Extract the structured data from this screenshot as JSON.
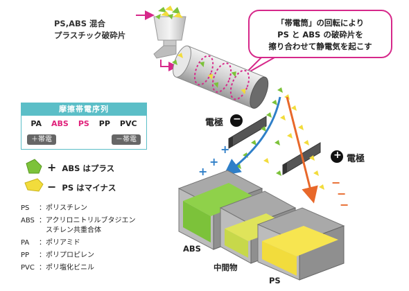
{
  "feed_label": {
    "line1": "PS,ABS 混合",
    "line2": "プラスチック破砕片"
  },
  "callout": {
    "line1": "「帯電筒」の回転により",
    "line2": "PS と ABS の破砕片を",
    "line3": "擦り合わせて静電気を起こす"
  },
  "electrodes": {
    "negative_label": "電極",
    "negative_sign": "−",
    "positive_label": "電極",
    "positive_sign": "+"
  },
  "series": {
    "title": "摩擦帯電序列",
    "items": [
      "PA",
      "ABS",
      "PS",
      "PP",
      "PVC"
    ],
    "highlighted": [
      "ABS",
      "PS"
    ],
    "plus_tag": "＋帯電",
    "minus_tag": "－帯電"
  },
  "legend": [
    {
      "sign": "+",
      "text": "ABS はプラス",
      "color": "#7cc23a"
    },
    {
      "sign": "−",
      "text": "PS はマイナス",
      "color": "#f2dc3c"
    }
  ],
  "definitions": [
    {
      "abbr": "PS",
      "sep": "：",
      "desc": "ポリスチレン"
    },
    {
      "abbr": "ABS",
      "sep": "：",
      "desc": "アクリロニトリルブタジエン",
      "desc2": "スチレン共重合体"
    },
    {
      "abbr": "PA",
      "sep": "：",
      "desc": "ポリアミド"
    },
    {
      "abbr": "PP",
      "sep": "：",
      "desc": "ポリプロピレン"
    },
    {
      "abbr": "PVC",
      "sep": "：",
      "desc": "ポリ塩化ビニル"
    }
  ],
  "bins": {
    "left": "ABS",
    "middle": "中間物",
    "right": "PS"
  },
  "charge_marks": {
    "plus": "+",
    "minus": "−"
  },
  "colors": {
    "accent_pink": "#d6288a",
    "teal": "#5bbec7",
    "abs_green": "#7cc23a",
    "ps_yellow": "#f2dc3c",
    "arrow_blue": "#2f7fc8",
    "arrow_orange": "#e8682a"
  }
}
